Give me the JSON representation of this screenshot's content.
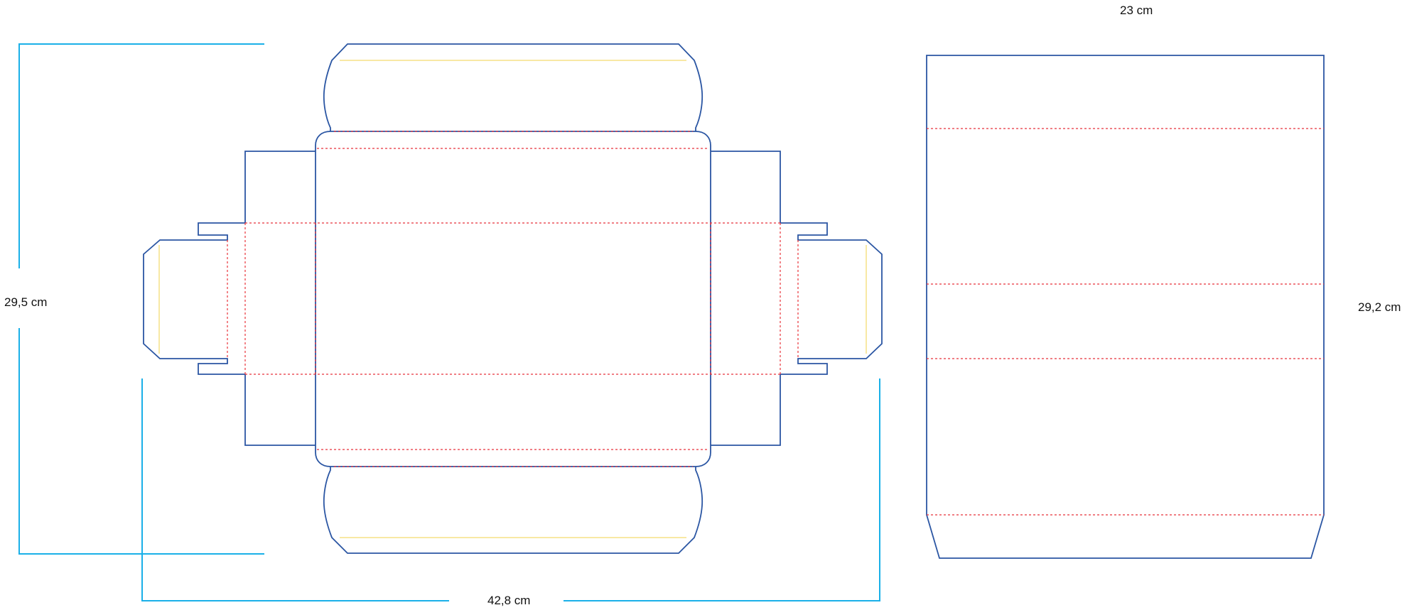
{
  "dimensions": {
    "left_height": "29,5 cm",
    "bottom_width": "42,8 cm",
    "right_width": "23 cm",
    "right_height": "29,2 cm"
  },
  "colors": {
    "cut_line": "#2b56a3",
    "fold_line": "#e8323a",
    "glue_line": "#f0d24a",
    "dimension_line": "#1ab0e8"
  }
}
